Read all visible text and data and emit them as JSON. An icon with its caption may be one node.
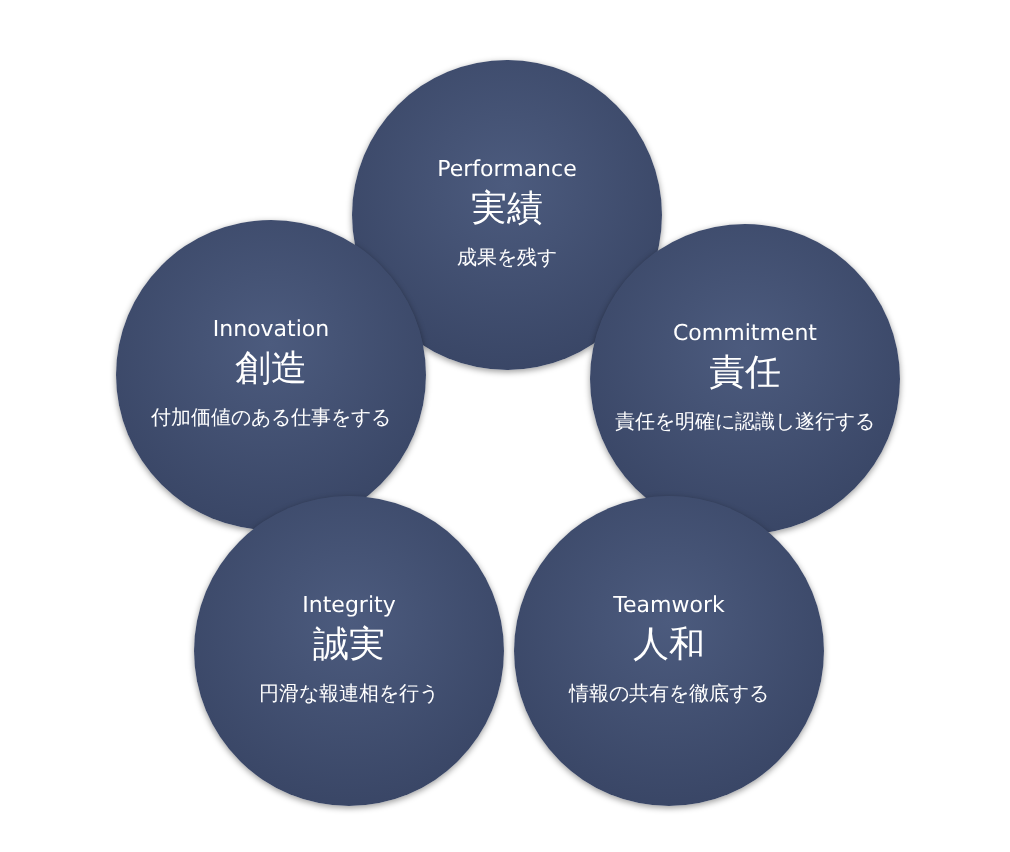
{
  "diagram": {
    "nodes": [
      {
        "text": [
          "Performance",
          "実績",
          "成果を残す"
        ]
      },
      {
        "text": [
          "Innovation",
          "創造",
          "付加価値のある仕事をする"
        ]
      },
      {
        "text": [
          "Commitment",
          "責任",
          "責任を明確に認識し遂行する"
        ]
      },
      {
        "text": [
          "Integrity",
          "誠実",
          "円滑な報連相を行う"
        ]
      },
      {
        "text": [
          "Teamwork",
          "人和",
          "情報の共有を徹底する"
        ]
      }
    ]
  }
}
